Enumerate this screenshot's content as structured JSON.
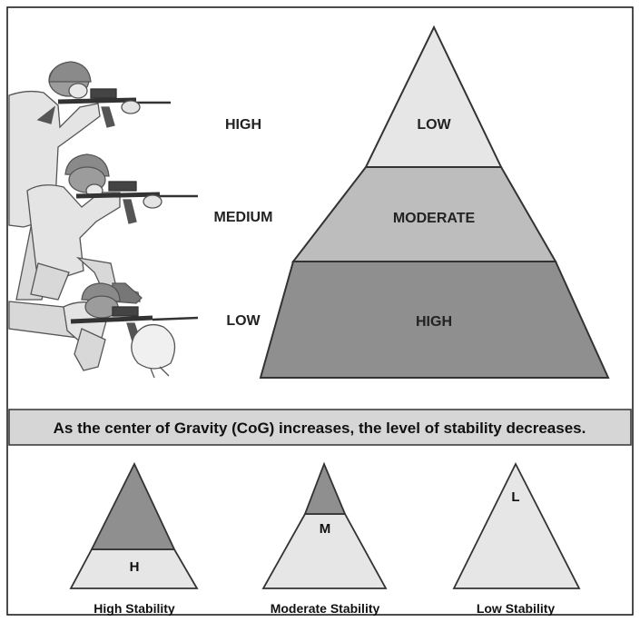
{
  "colors": {
    "pyramid_top": "#e6e6e6",
    "pyramid_middle": "#bdbdbd",
    "pyramid_bottom": "#8f8f8f",
    "small_fill_light": "#e6e6e6",
    "small_fill_dark": "#8f8f8f",
    "banner_fill": "#d6d6d6",
    "stroke": "#333333"
  },
  "left_labels": [
    "HIGH",
    "MEDIUM",
    "LOW"
  ],
  "pyramid_labels": {
    "top": "LOW",
    "middle": "MODERATE",
    "bottom": "HIGH"
  },
  "banner_text": "As the center of Gravity (CoG) increases, the level of stability decreases.",
  "small_triangles": [
    {
      "letter": "H",
      "caption": "High Stability"
    },
    {
      "letter": "M",
      "caption": "Moderate Stability"
    },
    {
      "letter": "L",
      "caption": "Low Stability"
    }
  ],
  "figures": [
    {
      "icon": "standing-soldier-icon"
    },
    {
      "icon": "kneeling-soldier-icon"
    },
    {
      "icon": "prone-soldier-icon"
    }
  ]
}
